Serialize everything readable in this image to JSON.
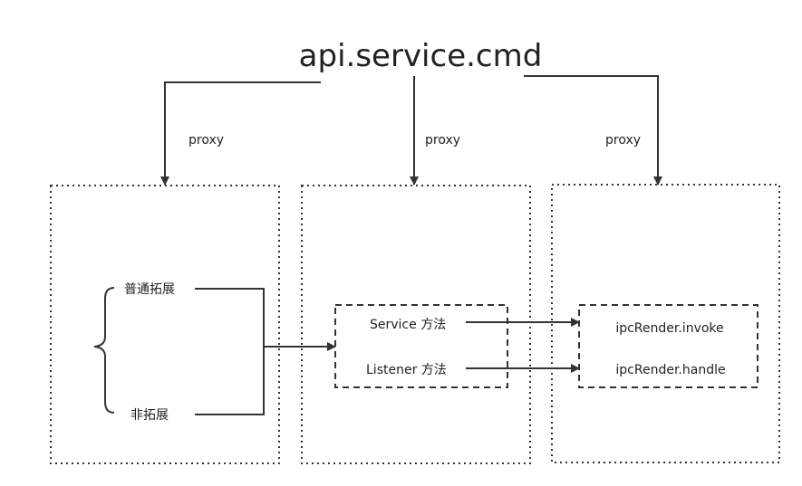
{
  "title": "api.service.cmd",
  "arrow_labels": [
    "proxy",
    "proxy",
    "proxy"
  ],
  "left_panel": {
    "items": [
      "普通拓展",
      "非拓展"
    ]
  },
  "middle_panel": {
    "items": [
      "Service 方法",
      "Listener 方法"
    ]
  },
  "right_panel": {
    "items": [
      "ipcRender.invoke",
      "ipcRender.handle"
    ]
  },
  "colors": {
    "line": "#333333",
    "text": "#222222",
    "border": "#333333",
    "background": "#ffffff"
  }
}
